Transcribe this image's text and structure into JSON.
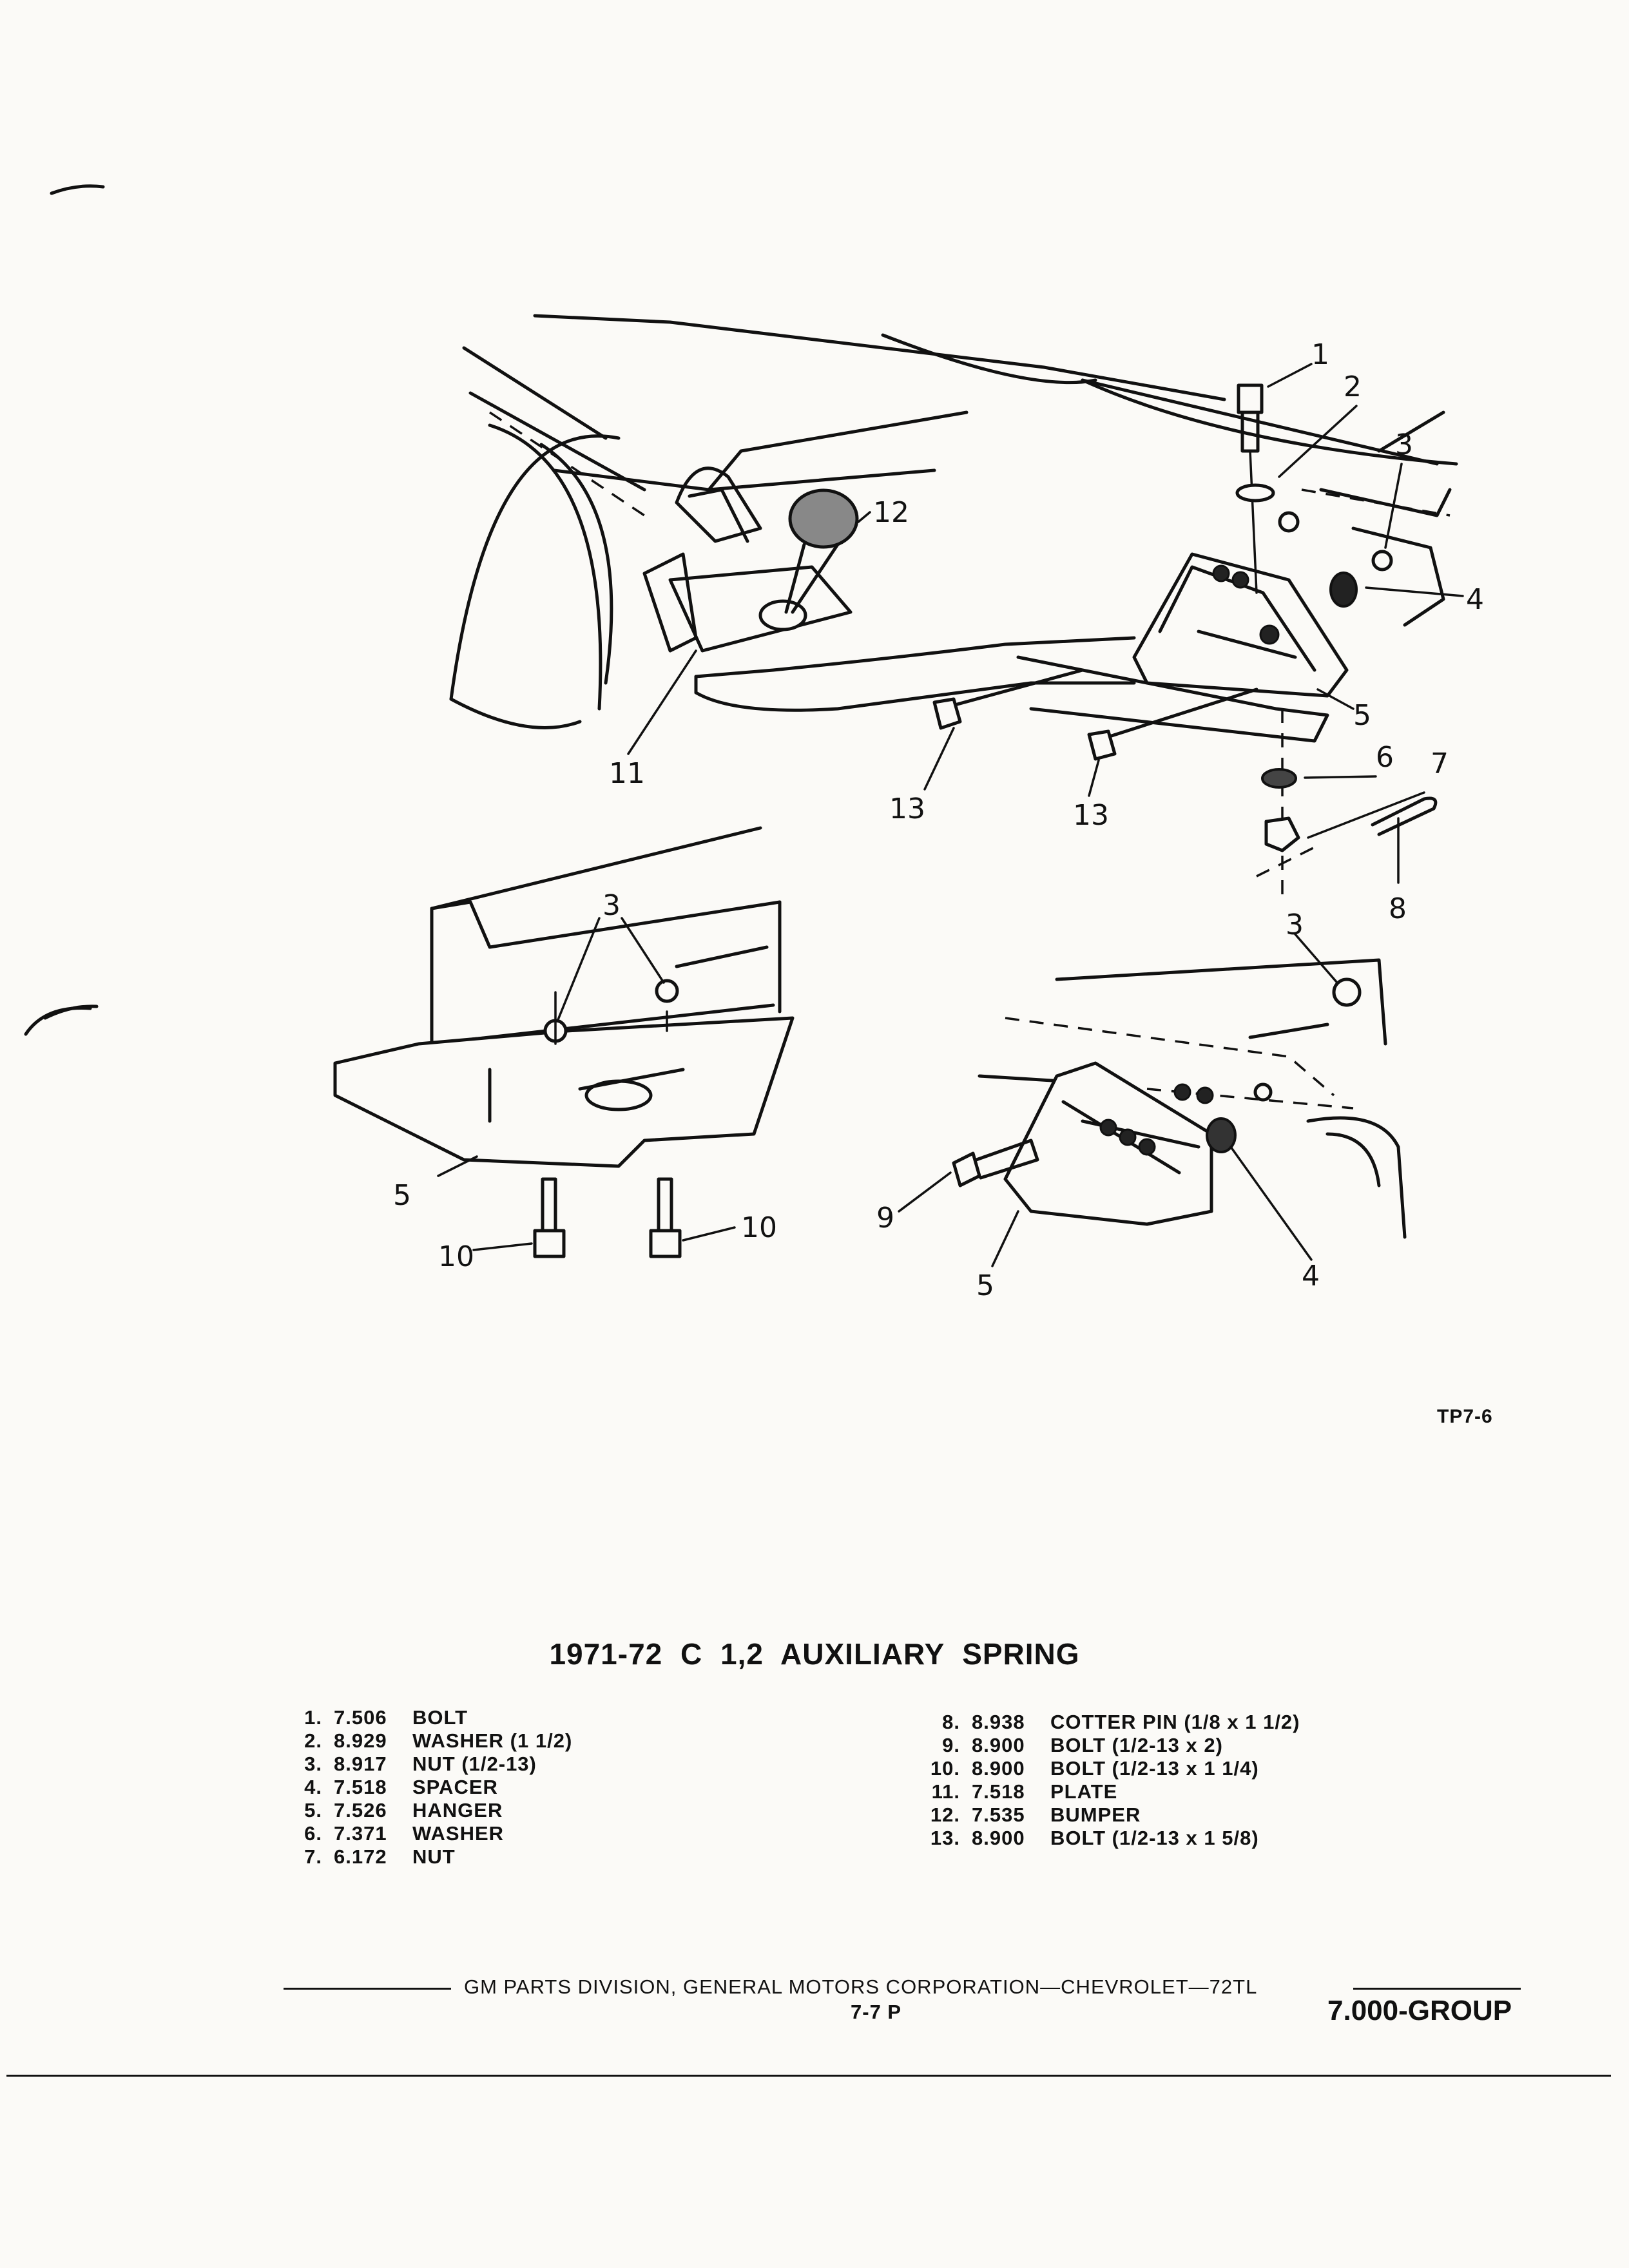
{
  "figure_code": "TP7-6",
  "title": "1971-72 C 1,2 AUXILIARY SPRING",
  "callouts": {
    "c1": "1",
    "c2": "2",
    "c3": "3",
    "c4": "4",
    "c5": "5",
    "c6": "6",
    "c7": "7",
    "c8": "8",
    "c9": "9",
    "c10": "10",
    "c11": "11",
    "c12": "12",
    "c13": "13"
  },
  "parts_left": [
    {
      "num": "1.",
      "code": "7.506",
      "desc": "BOLT"
    },
    {
      "num": "2.",
      "code": "8.929",
      "desc": "WASHER (1 1/2)"
    },
    {
      "num": "3.",
      "code": "8.917",
      "desc": "NUT (1/2-13)"
    },
    {
      "num": "4.",
      "code": "7.518",
      "desc": "SPACER"
    },
    {
      "num": "5.",
      "code": "7.526",
      "desc": "HANGER"
    },
    {
      "num": "6.",
      "code": "7.371",
      "desc": "WASHER"
    },
    {
      "num": "7.",
      "code": "6.172",
      "desc": "NUT"
    }
  ],
  "parts_right": [
    {
      "num": "8.",
      "code": "8.938",
      "desc": "COTTER PIN (1/8 x 1 1/2)"
    },
    {
      "num": "9.",
      "code": "8.900",
      "desc": "BOLT (1/2-13 x 2)"
    },
    {
      "num": "10.",
      "code": "8.900",
      "desc": "BOLT (1/2-13 x 1 1/4)"
    },
    {
      "num": "11.",
      "code": "7.518",
      "desc": "PLATE"
    },
    {
      "num": "12.",
      "code": "7.535",
      "desc": "BUMPER"
    },
    {
      "num": "13.",
      "code": "8.900",
      "desc": "BOLT (1/2-13 x 1 5/8)"
    }
  ],
  "footer": {
    "text": "GM PARTS DIVISION, GENERAL MOTORS CORPORATION—CHEVROLET—72TL",
    "page": "7-7 P",
    "group": "7.000-GROUP"
  }
}
